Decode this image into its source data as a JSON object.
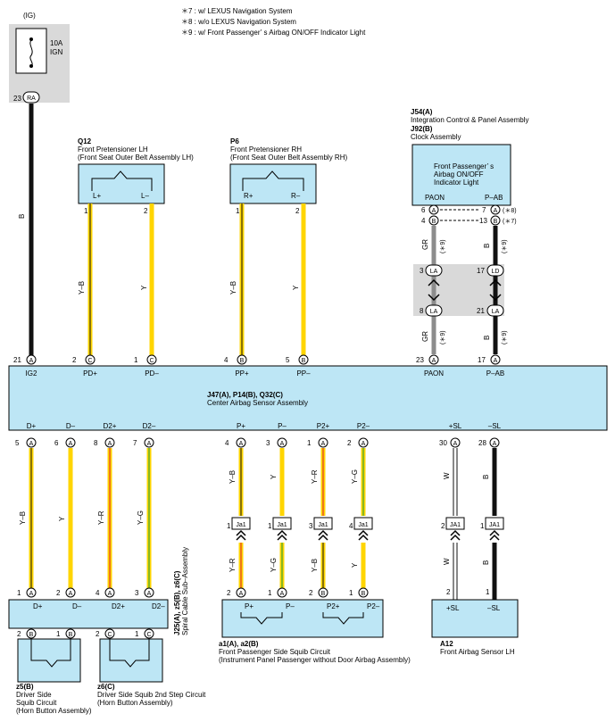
{
  "notes": [
    "＊7 : w/ LEXUS Navigation System",
    "＊8 : w/o LEXUS Navigation System",
    "＊9 : w/ Front Passenger’ s Airbag ON/OFF Indicator Light"
  ],
  "fuse": {
    "source": "(IG)",
    "rating": "10A",
    "name": "IGN",
    "pin": "23",
    "connector": "RA"
  },
  "main_wire": "B",
  "ecu": {
    "title": "J47(A), P14(B), Q32(C)",
    "name": "Center Airbag Sensor Assembly",
    "top_pins": [
      {
        "num": "21",
        "conn": "A",
        "label": "IG2"
      },
      {
        "num": "2",
        "conn": "C",
        "label": "PD+"
      },
      {
        "num": "1",
        "conn": "C",
        "label": "PD–"
      },
      {
        "num": "4",
        "conn": "B",
        "label": "PP+"
      },
      {
        "num": "5",
        "conn": "B",
        "label": "PP–"
      },
      {
        "num": "23",
        "conn": "A",
        "label": "PAON"
      },
      {
        "num": "17",
        "conn": "A",
        "label": "P–AB"
      }
    ],
    "bottom_pins": [
      {
        "num": "5",
        "conn": "A",
        "label": "D+"
      },
      {
        "num": "6",
        "conn": "A",
        "label": "D–"
      },
      {
        "num": "8",
        "conn": "A",
        "label": "D2+"
      },
      {
        "num": "7",
        "conn": "A",
        "label": "D2–"
      },
      {
        "num": "4",
        "conn": "A",
        "label": "P+"
      },
      {
        "num": "3",
        "conn": "A",
        "label": "P–"
      },
      {
        "num": "1",
        "conn": "A",
        "label": "P2+"
      },
      {
        "num": "2",
        "conn": "A",
        "label": "P2–"
      },
      {
        "num": "30",
        "conn": "A",
        "label": "+SL"
      },
      {
        "num": "28",
        "conn": "A",
        "label": "–SL"
      }
    ]
  },
  "q12": {
    "code": "Q12",
    "name": "Front Pretensioner LH",
    "sub": "(Front Seat Outer Belt Assembly LH)",
    "term1": "L+",
    "term2": "L–",
    "pin1": "1",
    "pin2": "2",
    "wire1": "Y–B",
    "wire2": "Y"
  },
  "p6": {
    "code": "P6",
    "name": "Front Pretensioner RH",
    "sub": "(Front Seat Outer Belt Assembly RH)",
    "term1": "R+",
    "term2": "R–",
    "pin1": "1",
    "pin2": "2",
    "wire1": "Y–B",
    "wire2": "Y"
  },
  "indicator": {
    "code1": "J54(A)",
    "name1": "Integration Control & Panel Assembly",
    "code2": "J92(B)",
    "name2": "Clock Assembly",
    "lines": [
      "Front Passenger’ s",
      "Airbag ON/OFF",
      "Indicator Light"
    ],
    "term1": "PAON",
    "term2": "P–AB",
    "pinA_num": "6",
    "pinA_conn": "A",
    "pinA_alt": "7",
    "pinA_altconn": "A",
    "pinA_note": "(＊8)",
    "pinB_num": "4",
    "pinB_conn": "B",
    "pinB_alt": "13",
    "pinB_altconn": "B",
    "pinB_note": "(＊7)",
    "wire1": "GR",
    "wire2": "B",
    "note9": "(＊9)",
    "jc_upper_left_num": "3",
    "jc_upper_left_conn": "LA",
    "jc_upper_right_num": "17",
    "jc_upper_right_conn": "LD",
    "jc_lower_left_num": "8",
    "jc_lower_left_conn": "LA",
    "jc_lower_right_num": "21",
    "jc_lower_right_conn": "LA"
  },
  "spiral": {
    "title": "J25(A), z5(B), z6(C)",
    "name": "Spiral Cable Sub–Assembly",
    "top_pins": [
      {
        "num": "1",
        "conn": "A",
        "label": "D+"
      },
      {
        "num": "2",
        "conn": "A",
        "label": "D–"
      },
      {
        "num": "4",
        "conn": "A",
        "label": "D2+"
      },
      {
        "num": "3",
        "conn": "A",
        "label": "D2–"
      }
    ],
    "bottom_pins": [
      {
        "num": "2",
        "conn": "B"
      },
      {
        "num": "1",
        "conn": "B"
      },
      {
        "num": "2",
        "conn": "C"
      },
      {
        "num": "1",
        "conn": "C"
      }
    ],
    "wires": [
      "Y–B",
      "Y",
      "Y–R",
      "Y–G"
    ]
  },
  "z5": {
    "code": "z5(B)",
    "name": "Driver Side",
    "sub1": "Squib Circuit",
    "sub2": "(Horn Button Assembly)"
  },
  "z6": {
    "code": "z6(C)",
    "name": "Driver Side Squib 2nd Step Circuit",
    "sub": "(Horn Button Assembly)"
  },
  "passenger": {
    "code": "a1(A), a2(B)",
    "name": "Front Passenger Side Squib Circuit",
    "sub": "(Instrument Panel Passenger without Door Airbag Assembly)",
    "wires_top": [
      "Y–B",
      "Y",
      "Y–R",
      "Y–G"
    ],
    "jc": [
      {
        "num": "1",
        "conn": "Ja1"
      },
      {
        "num": "1",
        "conn": "Ja1"
      },
      {
        "num": "3",
        "conn": "Ja1"
      },
      {
        "num": "4",
        "conn": "Ja1"
      }
    ],
    "wires_bottom": [
      "Y–R",
      "Y–G",
      "Y–B",
      "Y"
    ],
    "pins": [
      {
        "num": "2",
        "conn": "A",
        "label": "P+"
      },
      {
        "num": "1",
        "conn": "A",
        "label": "P–"
      },
      {
        "num": "2",
        "conn": "B",
        "label": "P2+"
      },
      {
        "num": "1",
        "conn": "B",
        "label": "P2–"
      }
    ]
  },
  "a12": {
    "code": "A12",
    "name": "Front Airbag Sensor LH",
    "wires": [
      "W",
      "B"
    ],
    "jc": [
      {
        "num": "2",
        "conn": "JA1"
      },
      {
        "num": "1",
        "conn": "JA1"
      }
    ],
    "pins": [
      {
        "num": "2",
        "label": "+SL"
      },
      {
        "num": "1",
        "label": "–SL"
      }
    ]
  },
  "colors": {
    "box_fill": "#bde6f5",
    "shade": "#d9d9d9",
    "yellow": "#ffd500",
    "red": "#e23b2a",
    "green": "#3aa63a",
    "black": "#111111",
    "gray": "#8c8c8c"
  }
}
